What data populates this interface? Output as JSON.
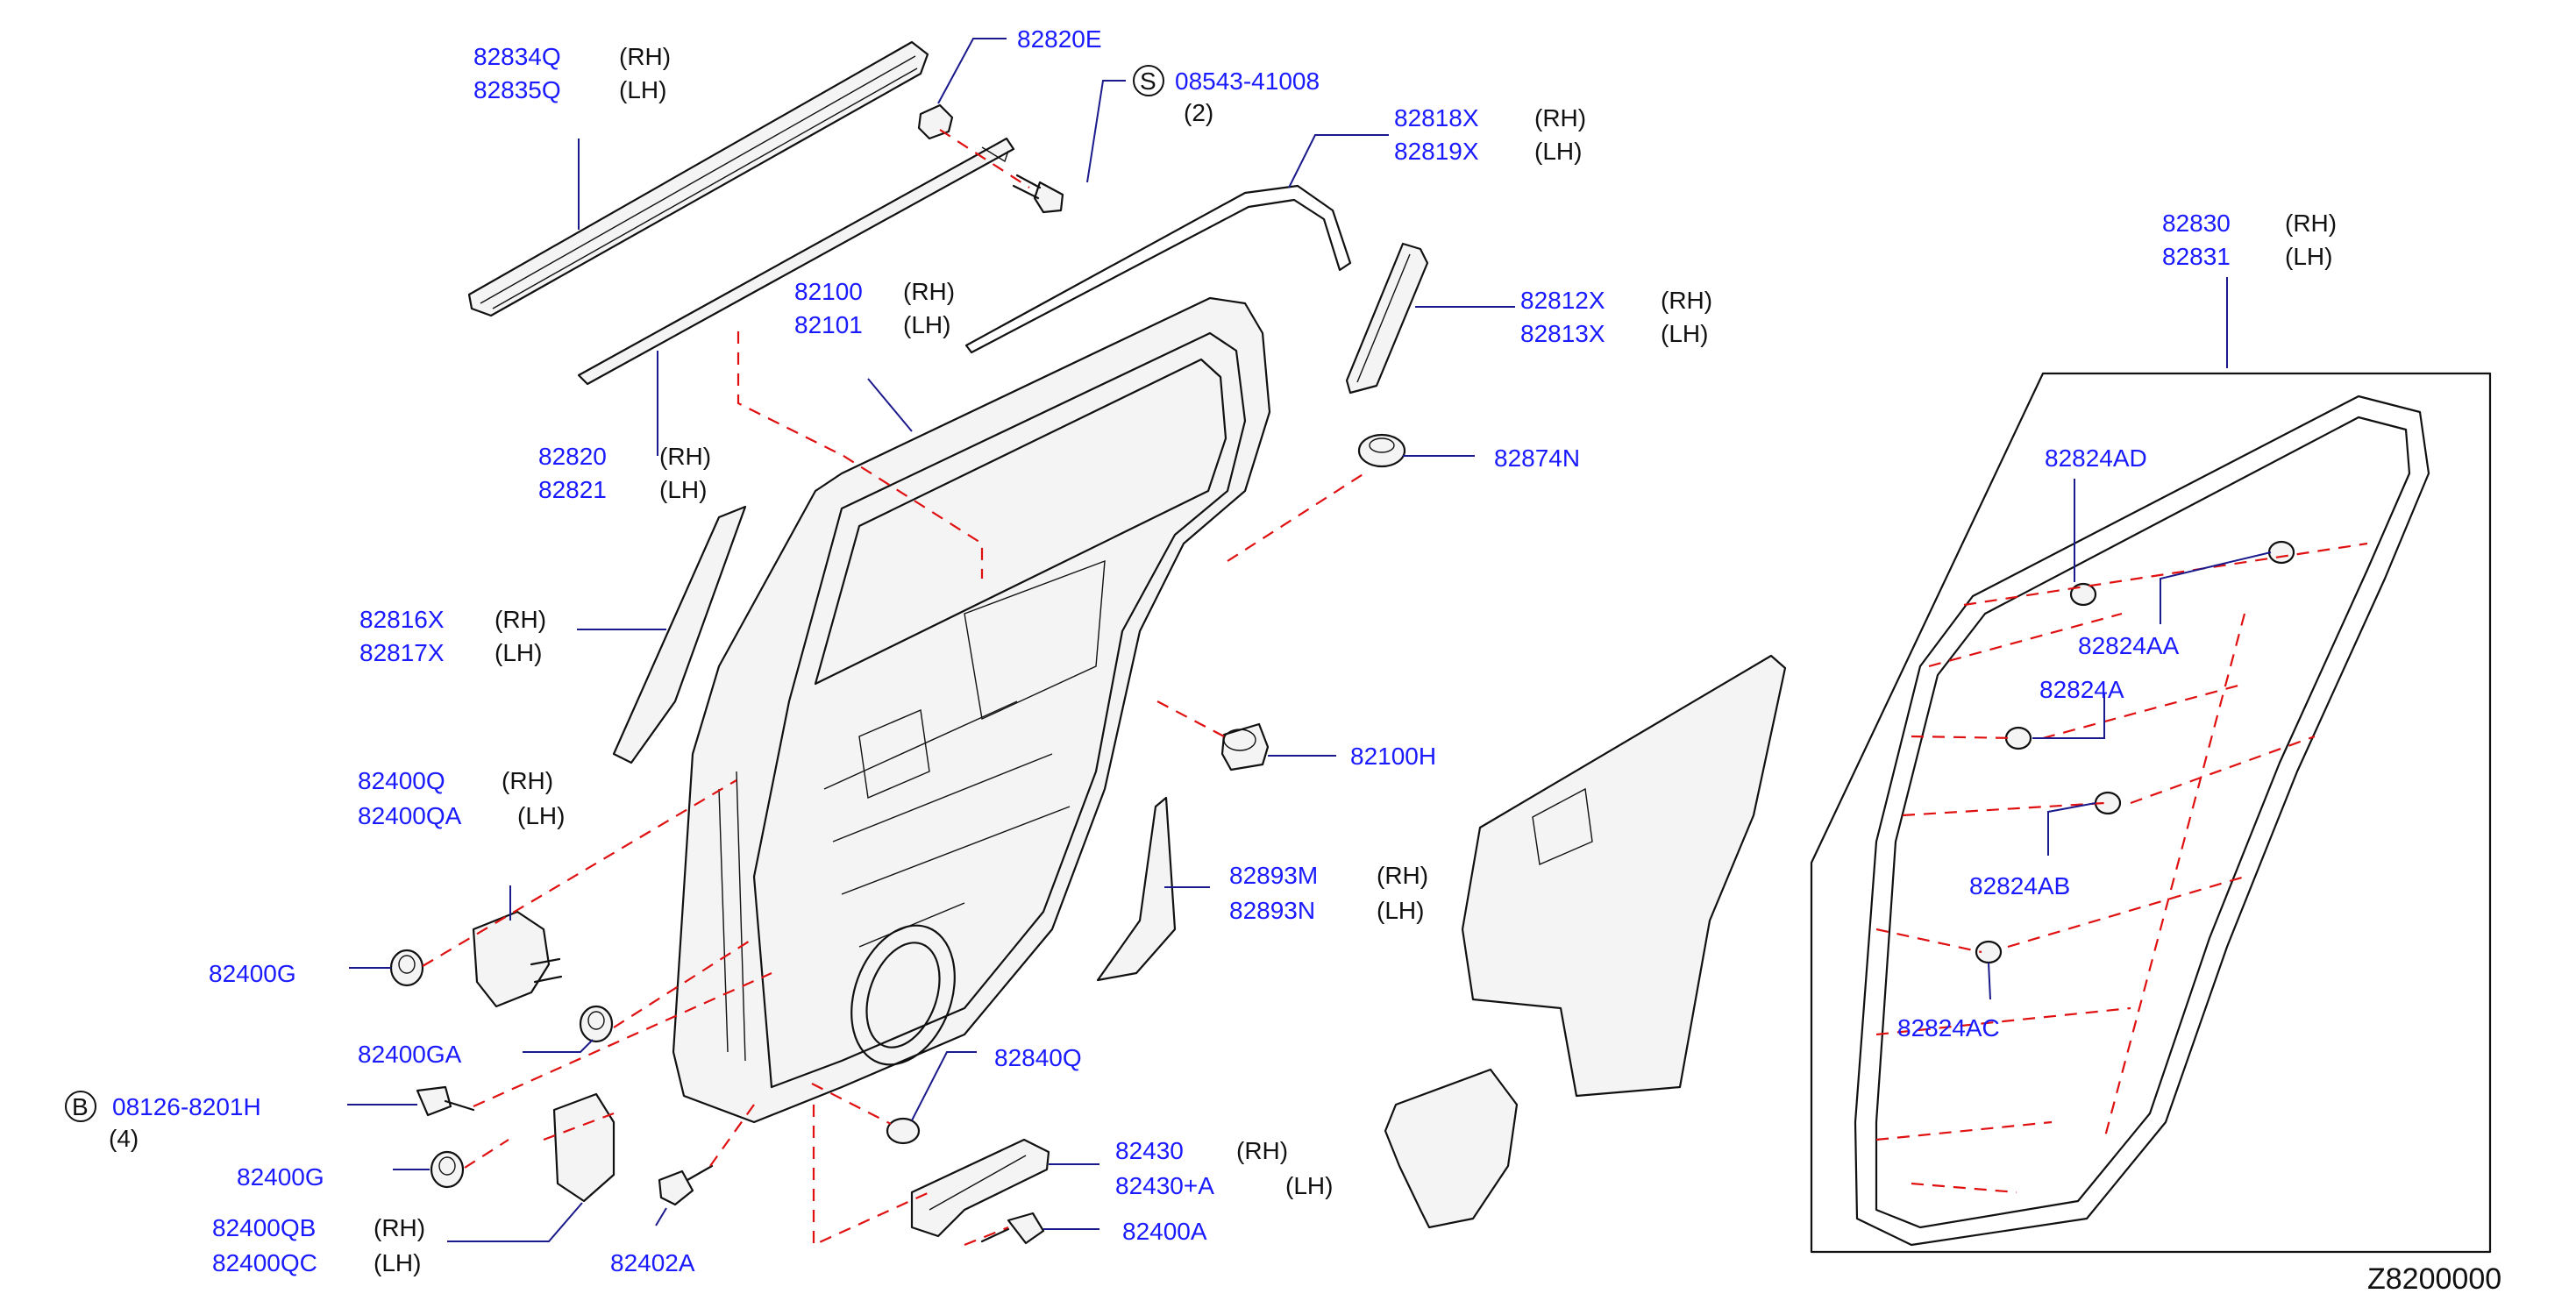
{
  "callouts": [
    {
      "id": "c1",
      "parts": [
        "82834Q",
        "82835Q"
      ],
      "sides": [
        "(RH)",
        "(LH)"
      ]
    },
    {
      "id": "c2",
      "parts": [
        "82820E"
      ],
      "sides": []
    },
    {
      "id": "c3",
      "prefix": "S",
      "parts": [
        "08543-41008"
      ],
      "sides": [],
      "qty": "(2)"
    },
    {
      "id": "c4",
      "parts": [
        "82818X",
        "82819X"
      ],
      "sides": [
        "(RH)",
        "(LH)"
      ]
    },
    {
      "id": "c5",
      "parts": [
        "82100",
        "82101"
      ],
      "sides": [
        "(RH)",
        "(LH)"
      ]
    },
    {
      "id": "c6",
      "parts": [
        "82812X",
        "82813X"
      ],
      "sides": [
        "(RH)",
        "(LH)"
      ]
    },
    {
      "id": "c7",
      "parts": [
        "82820",
        "82821"
      ],
      "sides": [
        "(RH)",
        "(LH)"
      ]
    },
    {
      "id": "c8",
      "parts": [
        "82874N"
      ],
      "sides": []
    },
    {
      "id": "c9",
      "parts": [
        "82816X",
        "82817X"
      ],
      "sides": [
        "(RH)",
        "(LH)"
      ]
    },
    {
      "id": "c10",
      "parts": [
        "82100H"
      ],
      "sides": []
    },
    {
      "id": "c11",
      "parts": [
        "82400Q",
        "82400QA"
      ],
      "sides": [
        "(RH)",
        "(LH)"
      ]
    },
    {
      "id": "c12",
      "parts": [
        "82893M",
        "82893N"
      ],
      "sides": [
        "(RH)",
        "(LH)"
      ]
    },
    {
      "id": "c13",
      "parts": [
        "82400G"
      ],
      "sides": []
    },
    {
      "id": "c14",
      "parts": [
        "82400GA"
      ],
      "sides": []
    },
    {
      "id": "c15",
      "parts": [
        "82840Q"
      ],
      "sides": []
    },
    {
      "id": "c16",
      "prefix": "B",
      "parts": [
        "08126-8201H"
      ],
      "sides": [],
      "qty": "(4)"
    },
    {
      "id": "c17",
      "parts": [
        "82430",
        "82430+A"
      ],
      "sides": [
        "(RH)",
        "(LH)"
      ]
    },
    {
      "id": "c18",
      "parts": [
        "82400G"
      ],
      "sides": []
    },
    {
      "id": "c19",
      "parts": [
        "82400A"
      ],
      "sides": []
    },
    {
      "id": "c20",
      "parts": [
        "82400QB",
        "82400QC"
      ],
      "sides": [
        "(RH)",
        "(LH)"
      ]
    },
    {
      "id": "c21",
      "parts": [
        "82402A"
      ],
      "sides": []
    },
    {
      "id": "c22",
      "parts": [
        "82830",
        "82831"
      ],
      "sides": [
        "(RH)",
        "(LH)"
      ]
    },
    {
      "id": "c23",
      "parts": [
        "82824AD"
      ],
      "sides": []
    },
    {
      "id": "c24",
      "parts": [
        "82824AA"
      ],
      "sides": []
    },
    {
      "id": "c25",
      "parts": [
        "82824A"
      ],
      "sides": []
    },
    {
      "id": "c26",
      "parts": [
        "82824AB"
      ],
      "sides": []
    },
    {
      "id": "c27",
      "parts": [
        "82824AC"
      ],
      "sides": []
    }
  ],
  "diagram_code": "Z8200000",
  "colors": {
    "part_number": "#1a1aff",
    "leader": "#1a1a8c",
    "dashed_guide": "#e01010",
    "outline": "#111111"
  }
}
